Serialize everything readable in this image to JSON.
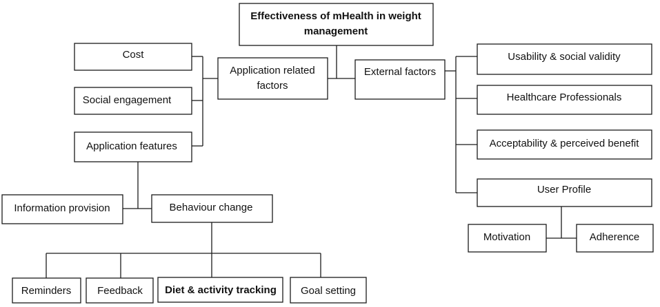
{
  "diagram": {
    "nodes": {
      "root": [
        "Effectiveness of mHealth in weight",
        "management"
      ],
      "app_factors": [
        "Application related",
        "factors"
      ],
      "ext_factors": [
        "External factors"
      ],
      "cost": [
        "Cost"
      ],
      "social": [
        "Social engagement"
      ],
      "features": [
        "Application features"
      ],
      "info": [
        "Information provision"
      ],
      "behaviour": [
        "Behaviour change"
      ],
      "reminders": [
        "Reminders"
      ],
      "feedback": [
        "Feedback"
      ],
      "diet": [
        "Diet & activity tracking"
      ],
      "goal": [
        "Goal setting"
      ],
      "usability": [
        "Usability & social validity"
      ],
      "hcp": [
        "Healthcare Professionals"
      ],
      "accept": [
        "Acceptability & perceived benefit"
      ],
      "profile": [
        "User Profile"
      ],
      "motivation": [
        "Motivation"
      ],
      "adherence": [
        "Adherence"
      ]
    }
  }
}
